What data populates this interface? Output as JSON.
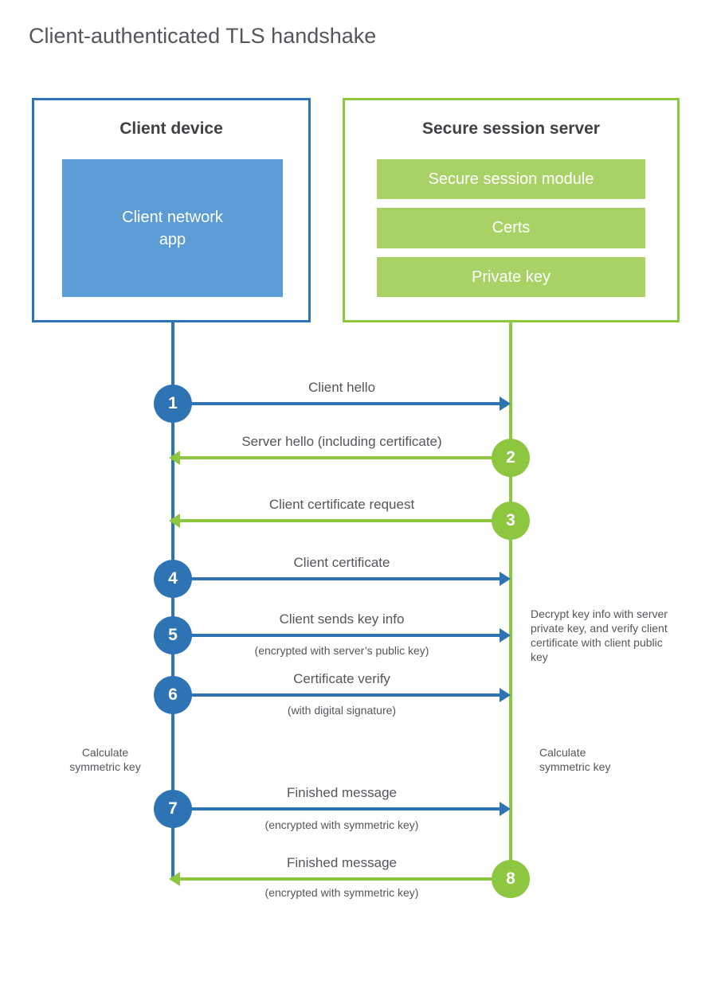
{
  "page": {
    "title": "Client-authenticated TLS handshake"
  },
  "client": {
    "title": "Client device",
    "app_label": "Client network\napp"
  },
  "server": {
    "title": "Secure session server",
    "modules": [
      "Secure session module",
      "Certs",
      "Private key"
    ]
  },
  "steps": [
    {
      "number": "1",
      "label": "Client hello",
      "from": "client",
      "to": "server"
    },
    {
      "number": "2",
      "label": "Server hello (including certificate)",
      "from": "server",
      "to": "client"
    },
    {
      "number": "3",
      "label": "Client certificate request",
      "from": "server",
      "to": "client"
    },
    {
      "number": "4",
      "label": "Client certificate",
      "from": "client",
      "to": "server"
    },
    {
      "number": "5",
      "label": "Client sends key info",
      "sublabel": "(encrypted with server’s public key)",
      "from": "client",
      "to": "server"
    },
    {
      "number": "6",
      "label": "Certificate verify",
      "sublabel": "(with digital signature)",
      "from": "client",
      "to": "server"
    },
    {
      "number": "7",
      "label": "Finished message",
      "sublabel": "(encrypted with symmetric key)",
      "from": "client",
      "to": "server"
    },
    {
      "number": "8",
      "label": "Finished message",
      "sublabel": "(encrypted with symmetric key)",
      "from": "server",
      "to": "client"
    }
  ],
  "annotations": {
    "decrypt_note": "Decrypt key info with server private key, and verify client certificate with client public key",
    "calculate_left": "Calculate\nsymmetric key",
    "calculate_right": "Calculate\nsymmetric key"
  },
  "colors": {
    "blue": "#2E74B5",
    "light_blue": "#5C9CD6",
    "green": "#8DC63F",
    "light_green": "#A8D266",
    "text_dark": "#3F4145",
    "text_gray": "#54565B"
  }
}
